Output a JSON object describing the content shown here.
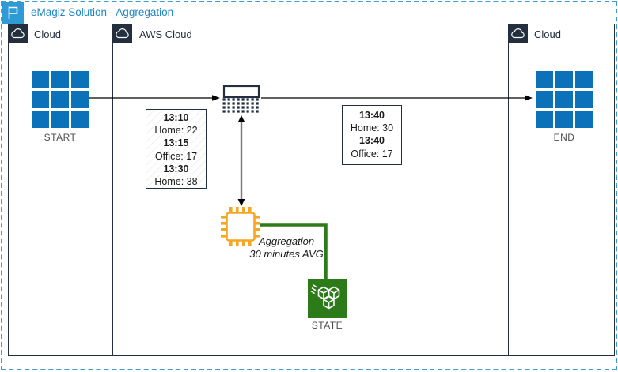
{
  "title": {
    "text": "eMagiz Solution - Aggregation"
  },
  "containers": {
    "cloud_left": {
      "label": "Cloud"
    },
    "aws_cloud": {
      "label": "AWS Cloud"
    },
    "cloud_right": {
      "label": "Cloud"
    }
  },
  "nodes": {
    "start": {
      "label": "START"
    },
    "end": {
      "label": "END"
    },
    "queue": {
      "icon": "message-queue-icon"
    },
    "aggregator": {
      "label": "Aggregation",
      "sublabel": "30 minutes AVG"
    },
    "state": {
      "label": "STATE"
    }
  },
  "annotations": {
    "pre_aggregation_box": {
      "lines": [
        "13:10",
        "Home: 22",
        "13:15",
        "Office: 17",
        "13:30",
        "Home: 38"
      ]
    },
    "post_aggregation_box": {
      "lines": [
        "13:40",
        "Home: 30",
        "13:40",
        "Office: 17"
      ]
    }
  },
  "colors": {
    "frame_dash_blue": "#3D9CD3",
    "title_blue": "#1E88C5",
    "flag_box_blue": "#2E9BD6",
    "node_blue": "#0B72B9",
    "header_navy": "#232F3E",
    "chip_orange": "#F5A623",
    "state_green": "#2D7A18"
  }
}
